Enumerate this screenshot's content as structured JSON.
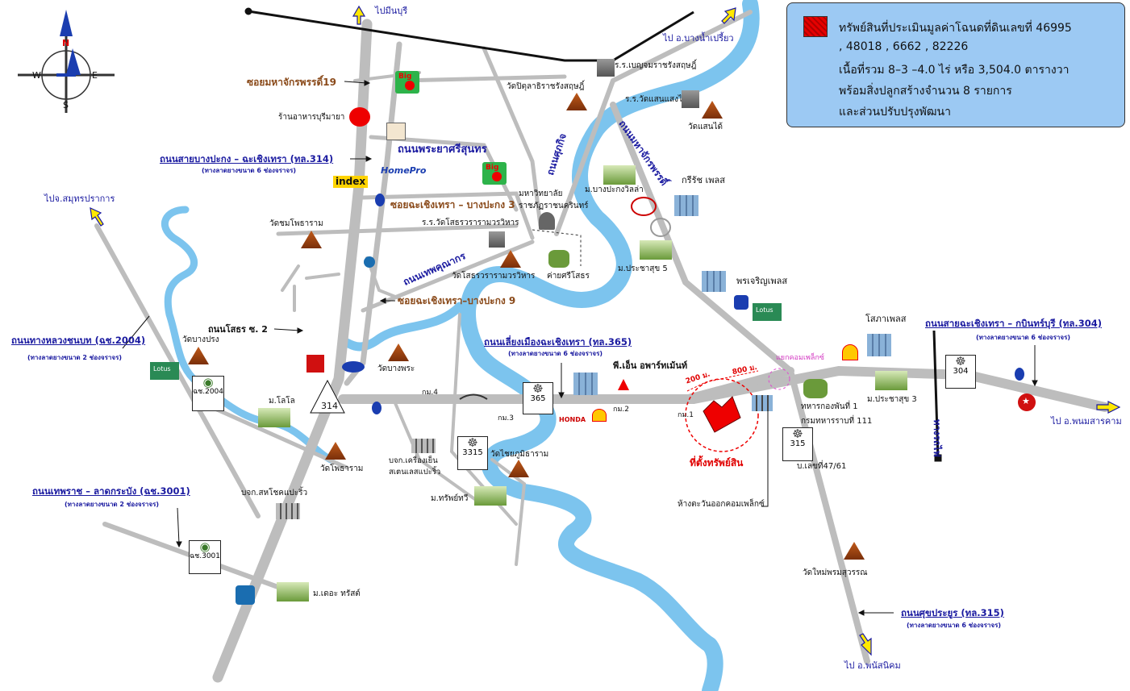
{
  "legend": {
    "line1": "ทรัพย์สินที่ประเมินมูลค่าโฉนดที่ดินเลขที่ 46995",
    "line2": ", 48018 , 6662 , 82226",
    "line3": "เนื้อที่รวม 8–3 –4.0  ไร่ หรือ  3,504.0 ตารางวา",
    "line4": "พร้อมสิ่งปลูกสร้างจำนวน 8 รายการ",
    "line5": "และส่วนปรับปรุงพัฒนา",
    "swatch_color": "#e60000"
  },
  "compass": {
    "n": "N",
    "s": "S",
    "e": "E",
    "w": "W"
  },
  "directions": {
    "top_minburi": "ไปมีนบุรี",
    "bangnamprieo": "ไป อ.บางน้ำเปรี้ยว",
    "samutprakan": "ไปจ.สมุทรปราการ",
    "phanomsarakham": "ไป อ.พนมสารคาม",
    "phanatnikhom": "ไป อ.พนัสนิคม"
  },
  "roads": {
    "soi19": "ซอยมหาจักรพรรดิ์19",
    "r314": "ถนนสายบางปะกง – ฉะเชิงเทรา (ทล.314)",
    "r314_sub": "(ทางลาดยางขนาด 6 ช่องจราจร)",
    "phraya": "ถนนพระยาศรีสุนทร",
    "soi3": "ซอยฉะเชิงเทรา – บางปะกง 3",
    "supakit": "ถนนศุภกิจ",
    "mahachak": "ถนนมหาจักรพรรดิ์",
    "thepkhun": "ถนนเทพคุณากร",
    "soi9": "ซอยฉะเชิงเทรา–บางปะกง 9",
    "sothon2": "ถนนโสธร ซ. 2",
    "r2004": "ถนนทางหลวงชนบท (ฉช.2004)",
    "r2004_sub": "(ทางลาดยางขนาด 2 ช่องจราจร)",
    "r365": "ถนนเลี่ยงเมืองฉะเชิงเทรา (ทล.365)",
    "r365_sub": "(ทางลาดยางขนาด 6 ช่องจราจร)",
    "r304": "ถนนสายฉะเชิงเทรา – กบินทร์บุรี (ทล.304)",
    "r304_sub": "(ทางลาดยางขนาด 6 ช่องจราจร)",
    "r3001": "ถนนเทพราช – ลาดกระบัง (ฉช.3001)",
    "r3001_sub": "(ทางลาดยางขนาด 2 ช่องจราจร)",
    "r315": "ถนนศุขประยูร (ทล.315)",
    "r315_sub": "(ทางลาดยางขนาด 6 ช่องจราจร)",
    "railway": "ทางรถไฟ"
  },
  "shields": {
    "s314": "314",
    "s365": "365",
    "s3315": "3315",
    "s315": "315",
    "s304": "304",
    "ch2004": "ฉช.2004",
    "ch3001": "ฉช.3001"
  },
  "km": {
    "km4": "กม.4",
    "km3": "กม.3",
    "km2": "กม.2",
    "km1": "กม.1"
  },
  "places": {
    "school_benchama": "ร.ร.เบญจมราชรังสฤษฎิ์",
    "school_saenkham": "ร.ร.วัดแสนแสงได้",
    "wat_saenkham": "วัดแสนได้",
    "wat_pitulathi": "วัดปิตุลาธิราชรังสฤษฎิ์",
    "restaurant": "ร้านอาหารบุรีมายา",
    "ban_bangpakong": "ม.บางปะกงวิลล่า",
    "griesh": "กรีรัช เพลส",
    "rajabhat": "มหาวิทยาลัย\nราชภัฏราชนครินทร์",
    "school_sothon": "ร.ร.วัดโสธรวรารามวรวิหาร",
    "wat_sothon": "วัดโสธรวรารามวรวิหาร",
    "camp": "ค่ายศรีโสธร",
    "wat_phodharam": "วัดชมโพธาราม",
    "prachasuk5": "ม.ประชาสุข 5",
    "pornchern": "พรเจริญเพลส",
    "sopha": "โสภาเพลส",
    "wat_bangprong": "วัดบางปรง",
    "wat_bangphra": "วัดบางพระ",
    "ban_lalo": "ม.โลโล",
    "pn_apartment": "พี.เอ็น อพาร์ทเม้นท์",
    "army": "ทหารกองพันที่ 1",
    "army2": "กรมทหารราบที่ 111",
    "prachasuk3": "ม.ประชาสุข 3",
    "crossroad": "แยกคอมเพล็กซ์",
    "dist200": "200 ม.",
    "dist800": "800 ม.",
    "property": "ที่ตั้งทรัพย์สิน",
    "complex_store": "ห้างตะวันออกคอมเพล็กซ์",
    "village47": "บ.เลขที่47/61",
    "wat_phothiram": "วัดโพธาราม",
    "co_kruangyen": "บจก.เครื่องเย็น\nสเตนเลสแปะริ้ว",
    "wat_chaimongkhon": "วัดไชยภูมิธาราม",
    "ban_sapthawi": "ม.ทรัพย์ทวี",
    "co_sahachok": "บจก.สหโชคแปะริ้ว",
    "ban_ther": "ม.เดอะ ทรัสต์",
    "wat_phrom": "วัดใหม่พรมสุวรรณ"
  },
  "brands": {
    "homepro": "HomePro",
    "index": "index",
    "bigc": "Big",
    "lotus": "Lotus"
  }
}
